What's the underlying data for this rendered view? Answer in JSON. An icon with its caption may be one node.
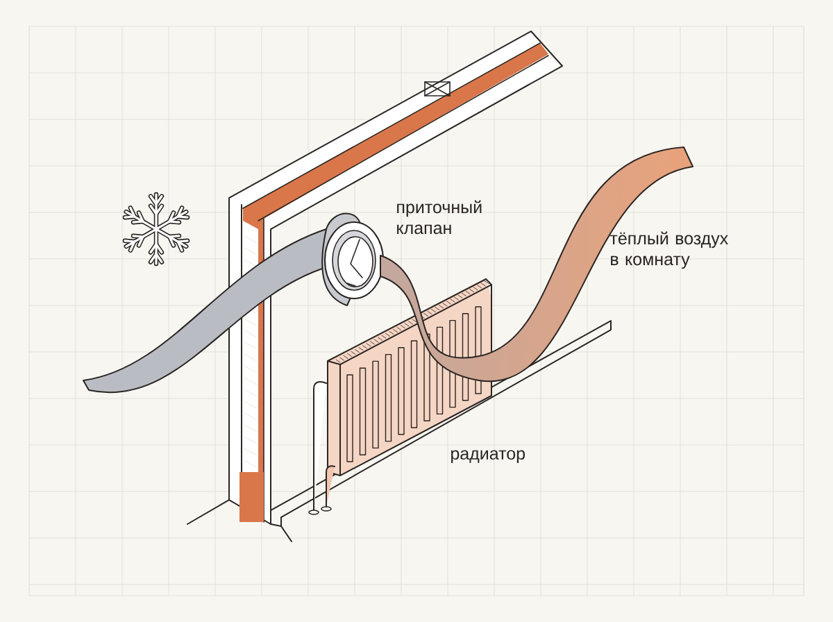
{
  "diagram": {
    "labels": [
      "приточный клапан",
      "тёплый воздух в комнату",
      "радиатор"
    ]
  }
}
